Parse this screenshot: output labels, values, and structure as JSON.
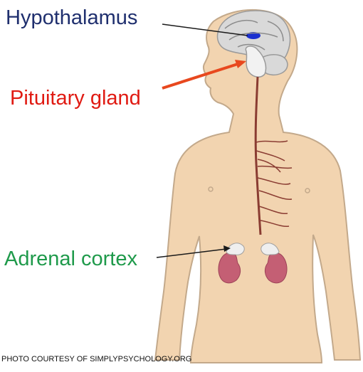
{
  "labels": {
    "hypothalamus": "Hypothalamus",
    "pituitary": "Pituitary gland",
    "adrenal": "Adrenal cortex"
  },
  "credit": "PHOTO COURTESY OF SIMPLYPSYCHOLOGY.ORG",
  "colors": {
    "hypothalamus_text": "#1f2f6e",
    "pituitary_text": "#e01a12",
    "adrenal_text": "#1f9a4b",
    "skin": "#f2d4b0",
    "skin_outline": "#c3a98b",
    "brain": "#d9d9d9",
    "hypothalamus_highlight": "#1a2fd0",
    "nerve": "#8a3c32",
    "kidney": "#c45f74",
    "adrenal_gland": "#efefef",
    "pituitary_arrow": "#e8481e",
    "leader_line": "#1a1a1a"
  }
}
